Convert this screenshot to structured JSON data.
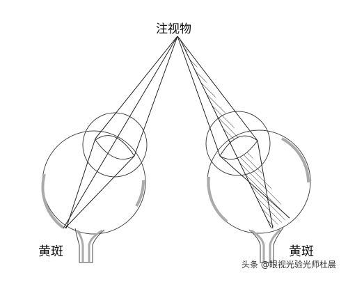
{
  "title": "注视物",
  "left_eye": {
    "label": "黄斑"
  },
  "right_eye": {
    "label": "黄斑"
  },
  "watermark": "头条 @眼视光验光师杜晨"
}
